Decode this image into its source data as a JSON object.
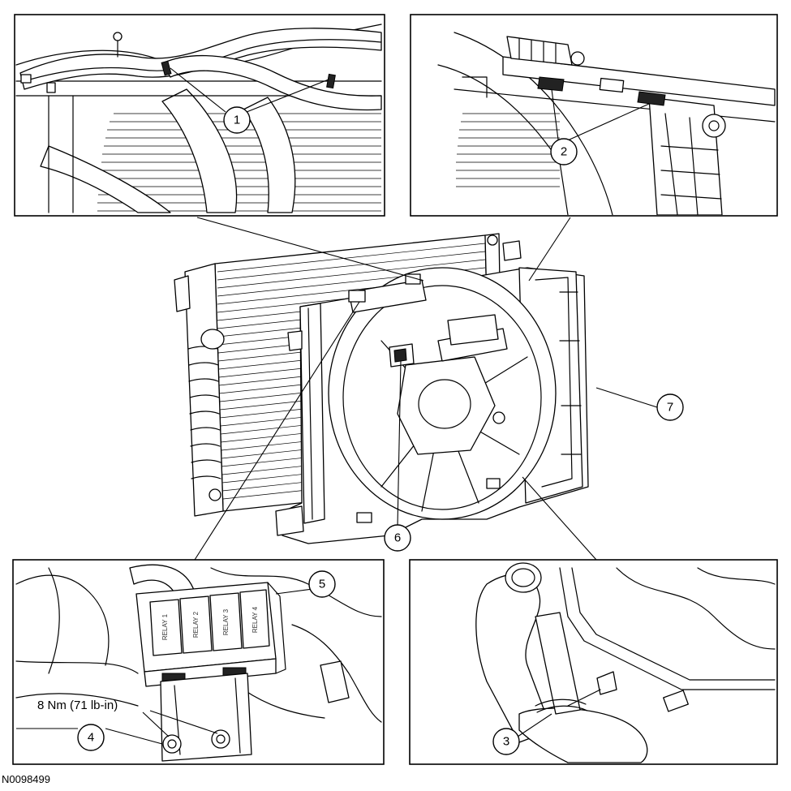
{
  "figure_id": "N0098499",
  "callouts": [
    {
      "id": "callout-1",
      "label": "1"
    },
    {
      "id": "callout-2",
      "label": "2"
    },
    {
      "id": "callout-3",
      "label": "3"
    },
    {
      "id": "callout-4",
      "label": "4"
    },
    {
      "id": "callout-5",
      "label": "5"
    },
    {
      "id": "callout-6",
      "label": "6"
    },
    {
      "id": "callout-7",
      "label": "7"
    }
  ],
  "torque_spec": "8 Nm (71 lb-in)",
  "relay_labels": [
    "RELAY 1",
    "RELAY 2",
    "RELAY 3",
    "RELAY 4"
  ]
}
